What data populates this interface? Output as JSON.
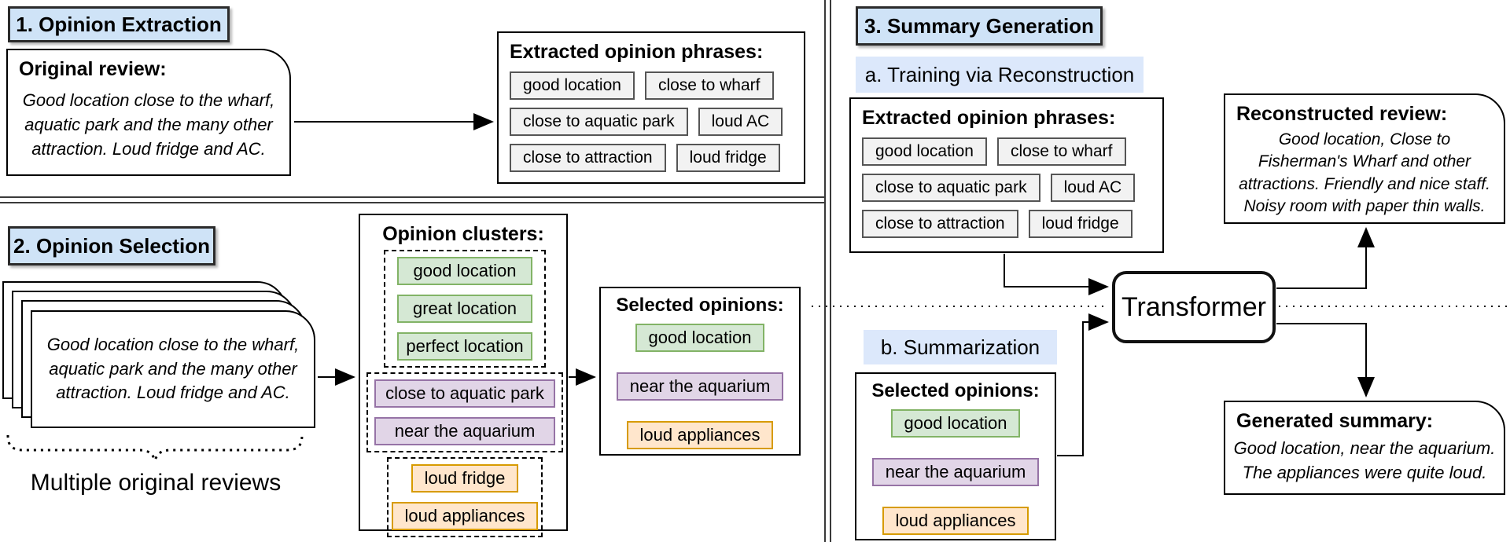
{
  "extraction": {
    "header": "1. Opinion Extraction",
    "original_review_title": "Original review:",
    "original_review_text": "Good location close to the wharf,\naquatic park and the many other\nattraction. Loud fridge and AC."
  },
  "selection": {
    "header": "2. Opinion Selection",
    "stack_review_text": "Good location close to the wharf,\naquatic park and the many other\nattraction. Loud fridge and AC.",
    "stack_caption": "Multiple original reviews",
    "clusters_title": "Opinion clusters:",
    "clusters": {
      "green": [
        "good location",
        "great location",
        "perfect location"
      ],
      "purple": [
        "close to aquatic park",
        "near the aquarium"
      ],
      "orange": [
        "loud fridge",
        "loud appliances"
      ]
    }
  },
  "generation": {
    "header": "3. Summary Generation",
    "training_label": "a. Training via Reconstruction",
    "summarization_label": "b. Summarization",
    "transformer_label": "Transformer",
    "reconstructed_title": "Reconstructed review:",
    "reconstructed_text": "Good location, Close to\nFisherman's Wharf and other\nattractions. Friendly and nice staff.\nNoisy room with paper thin walls.",
    "generated_title": "Generated summary:",
    "generated_text": "Good location, near the aquarium.\nThe appliances were quite loud."
  },
  "common": {
    "extracted_title": "Extracted opinion phrases:",
    "extracted_phrases": [
      "good location",
      "close to wharf",
      "close to aquatic park",
      "loud AC",
      "close to attraction",
      "loud fridge"
    ],
    "selected_title": "Selected opinions:",
    "selected_opinions": [
      "good location",
      "near the aquarium",
      "loud appliances"
    ]
  },
  "colors": {
    "header_fill": "#cfe3f7",
    "sublabel_fill": "#dce8fb",
    "chip_gray_fill": "#f2f2f2",
    "green_fill": "#d5e8d4",
    "green_border": "#82b366",
    "purple_fill": "#e1d5e7",
    "purple_border": "#9673a6",
    "orange_fill": "#ffe6cc",
    "orange_border": "#d79b00"
  }
}
